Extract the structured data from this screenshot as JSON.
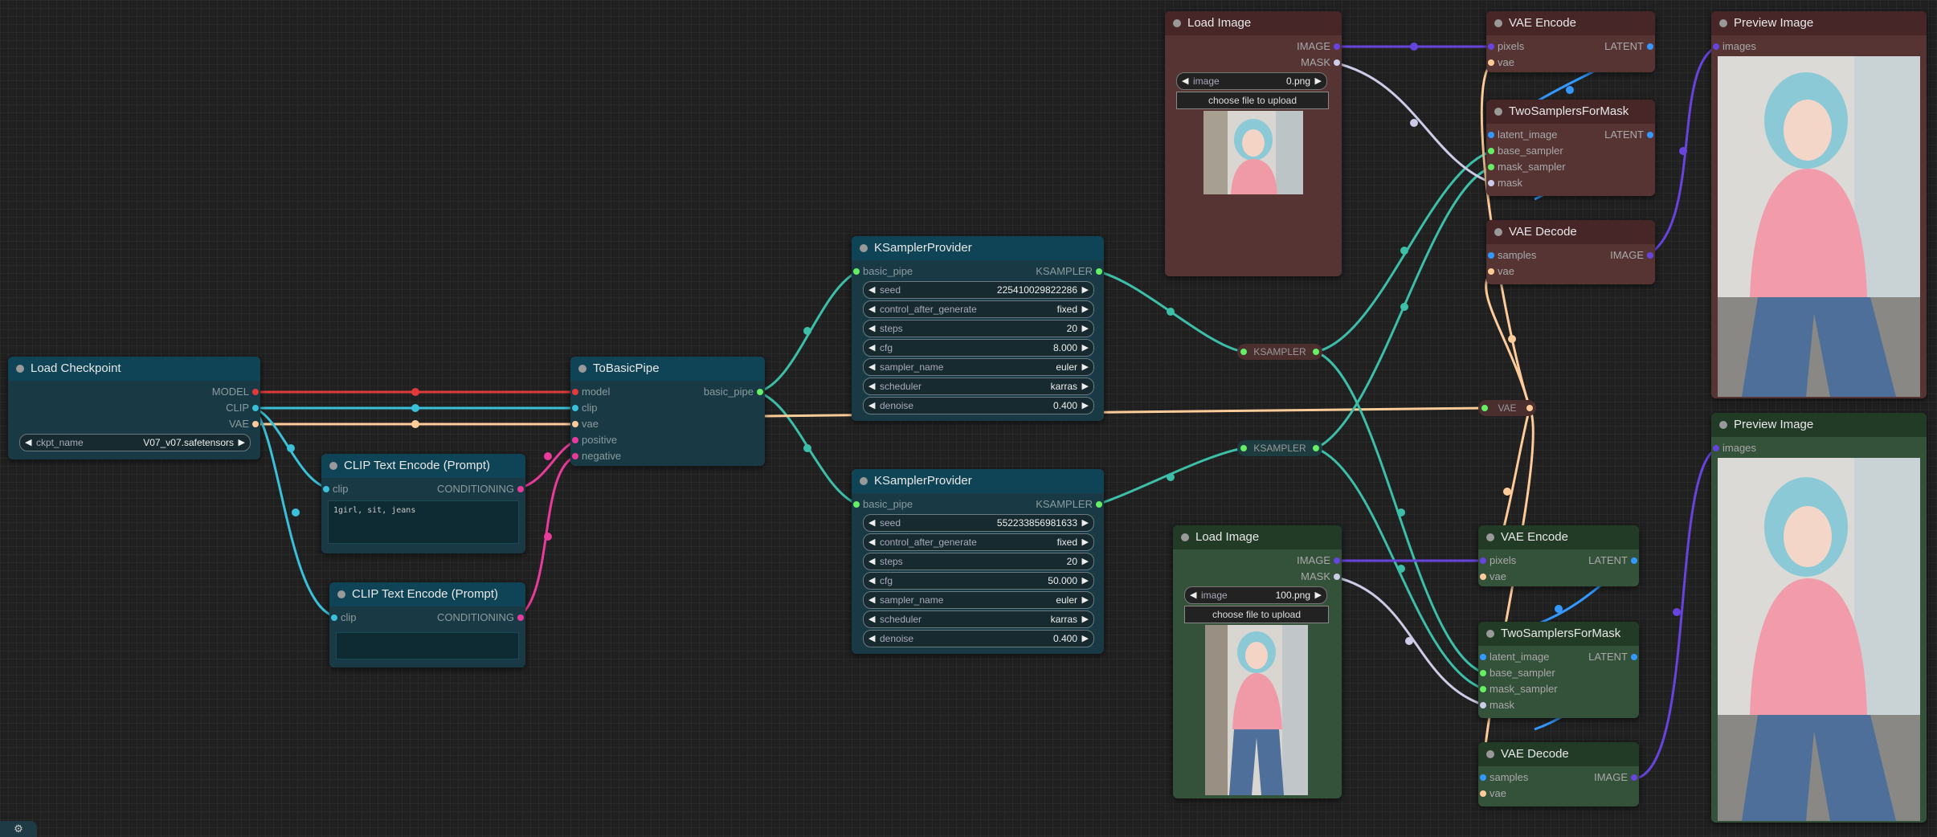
{
  "colors": {
    "model": "#ff4444",
    "clip": "#3ac0d8",
    "vae": "#ffcc99",
    "conditioning": "#ff44aa",
    "basic_pipe": "#66ee66",
    "ksampler": "#3dbea8",
    "image": "#6644dd",
    "mask": "#cccce8",
    "latent": "#3399ff"
  },
  "load_checkpoint": {
    "title": "Load Checkpoint",
    "out_model": "MODEL",
    "out_clip": "CLIP",
    "out_vae": "VAE",
    "ckpt_label": "ckpt_name",
    "ckpt_value": "V07_v07.safetensors"
  },
  "clip_pos": {
    "title": "CLIP Text Encode (Prompt)",
    "in_clip": "clip",
    "out": "CONDITIONING",
    "text": "1girl, sit, jeans"
  },
  "clip_neg": {
    "title": "CLIP Text Encode (Prompt)",
    "in_clip": "clip",
    "out": "CONDITIONING",
    "text": ""
  },
  "to_basic_pipe": {
    "title": "ToBasicPipe",
    "in_model": "model",
    "in_clip": "clip",
    "in_vae": "vae",
    "in_positive": "positive",
    "in_negative": "negative",
    "out": "basic_pipe"
  },
  "ksp1": {
    "title": "KSamplerProvider",
    "in": "basic_pipe",
    "out": "KSAMPLER",
    "widgets": [
      {
        "label": "seed",
        "value": "225410029822286"
      },
      {
        "label": "control_after_generate",
        "value": "fixed"
      },
      {
        "label": "steps",
        "value": "20"
      },
      {
        "label": "cfg",
        "value": "8.000"
      },
      {
        "label": "sampler_name",
        "value": "euler"
      },
      {
        "label": "scheduler",
        "value": "karras"
      },
      {
        "label": "denoise",
        "value": "0.400"
      }
    ]
  },
  "ksp2": {
    "title": "KSamplerProvider",
    "in": "basic_pipe",
    "out": "KSAMPLER",
    "widgets": [
      {
        "label": "seed",
        "value": "552233856981633"
      },
      {
        "label": "control_after_generate",
        "value": "fixed"
      },
      {
        "label": "steps",
        "value": "20"
      },
      {
        "label": "cfg",
        "value": "50.000"
      },
      {
        "label": "sampler_name",
        "value": "euler"
      },
      {
        "label": "scheduler",
        "value": "karras"
      },
      {
        "label": "denoise",
        "value": "0.400"
      }
    ]
  },
  "reroutes": {
    "ks1": "KSAMPLER",
    "ks2": "KSAMPLER",
    "vae": "VAE"
  },
  "load_image_top": {
    "title": "Load Image",
    "out_image": "IMAGE",
    "out_mask": "MASK",
    "image_label": "image",
    "image_value": "0.png",
    "upload": "choose file to upload"
  },
  "load_image_bottom": {
    "title": "Load Image",
    "out_image": "IMAGE",
    "out_mask": "MASK",
    "image_label": "image",
    "image_value": "100.png",
    "upload": "choose file to upload"
  },
  "vae_encode": {
    "title": "VAE Encode",
    "in_pixels": "pixels",
    "in_vae": "vae",
    "out": "LATENT"
  },
  "two_samplers": {
    "title": "TwoSamplersForMask",
    "in_latent": "latent_image",
    "in_base": "base_sampler",
    "in_mask_sampler": "mask_sampler",
    "in_mask": "mask",
    "out": "LATENT"
  },
  "vae_decode": {
    "title": "VAE Decode",
    "in_samples": "samples",
    "in_vae": "vae",
    "out": "IMAGE"
  },
  "preview": {
    "title": "Preview Image",
    "in": "images"
  },
  "corner": {
    "icon": "gear-icon",
    "glyph": "⚙"
  }
}
